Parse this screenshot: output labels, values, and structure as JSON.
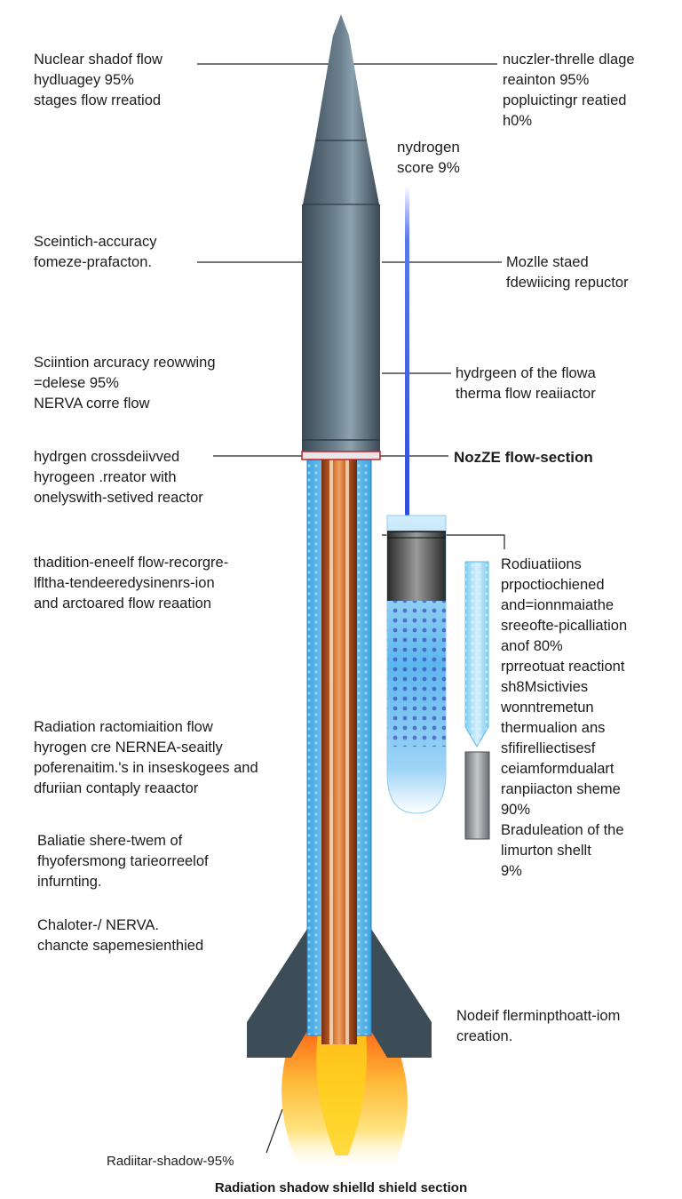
{
  "colors": {
    "hull_dark": "#3d4d58",
    "hull_light": "#7a8f9c",
    "coolant_blue": "#5ab8ec",
    "core_copper": "#b0501e",
    "flame_yellow": "#ffd21a",
    "flame_orange": "#ff7a10",
    "beam_blue": "#3c5ae6",
    "leader_line": "#222222"
  },
  "labels": {
    "top_left": [
      "Nuclear shadof flow",
      "hydluagey 95%",
      "stages flow rreatiod"
    ],
    "top_right": [
      "nuczler-threlle dlage",
      "reainton 95%",
      "popluictingr reatied",
      "h0%"
    ],
    "beam_label": [
      "nydrogen",
      "score 9%"
    ],
    "left_2": [
      "Sceintich-accuracy",
      "fomeze-prafacton."
    ],
    "right_2": [
      "Mozlle staed",
      "fdewiicing repuctor"
    ],
    "left_3": [
      "Sciintion arcuracy reowwing",
      "=delese 95%",
      "NERVA corre flow"
    ],
    "right_3": [
      "hydrgeen of the flowa",
      "therma flow reaiiactor"
    ],
    "left_4": [
      "hydrgen crossdeiivved",
      "hyrogeen .rreator with",
      "onelyswith-setived reactor"
    ],
    "right_4": "NozZE flow-section",
    "left_5": [
      "thadition-eneelf flow-recorgre-",
      "lfltha-tendeeredysinenrs-ion",
      "and arctoared flow reaation"
    ],
    "right_5": [
      "Rodiuatiions",
      "prpoctiochiened",
      "and=ionnmaiathe",
      "sreeofte-picalliation",
      "anof 80%",
      "rprreotuat reactiont",
      "sh8Msictivies",
      "wonntremetun",
      "thermualion ans",
      "sfifirelliectisesf",
      "ceiamformdualart",
      "ranpiiacton sheme",
      "90%",
      "Braduleation of the",
      "limurton shellt",
      "9%"
    ],
    "left_6": [
      "Radiation ractomiaition flow",
      "hyrogen cre NERNEA-seaitly",
      "poferenaitim.'s in inseskogees and",
      "dfuriian contaply reaactor"
    ],
    "left_7": [
      "Baliatie shere-twem of",
      "fhyofersmong tarieorreelof",
      "infurnting."
    ],
    "left_8": [
      "Chaloter-/ NERVA.",
      "chancte sapemesienthied"
    ],
    "right_6": [
      "Nodeif flerminpthoatt-iom",
      "creation."
    ],
    "bottom_left": "Radiitar-shadow-95%",
    "caption": "Radiation shadow shielld shield section"
  }
}
